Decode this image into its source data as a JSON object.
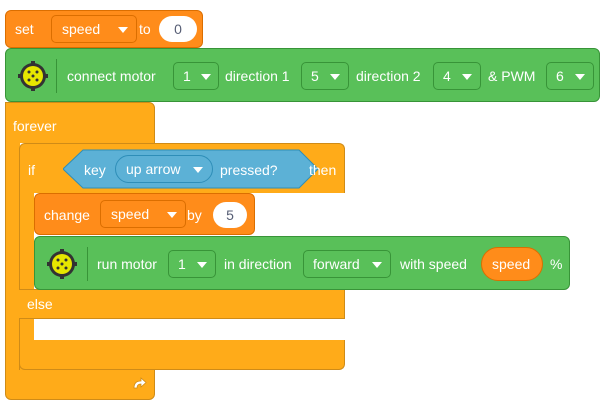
{
  "blocks": {
    "set": {
      "label": "set",
      "variable": "speed",
      "to_label": "to",
      "value": "0"
    },
    "connect_motor": {
      "label": "connect motor",
      "motor": "1",
      "dir1_label": "direction 1",
      "dir1": "5",
      "dir2_label": "direction 2",
      "dir2": "4",
      "pwm_label": "& PWM",
      "pwm": "6"
    },
    "forever": {
      "label": "forever"
    },
    "if": {
      "label": "if",
      "key_label": "key",
      "key": "up arrow",
      "pressed_label": "pressed?",
      "then_label": "then"
    },
    "change": {
      "label": "change",
      "variable": "speed",
      "by_label": "by",
      "value": "5"
    },
    "run_motor": {
      "label": "run motor",
      "motor": "1",
      "direction_label": "in direction",
      "direction": "forward",
      "speed_label": "with speed",
      "speed_reporter": "speed",
      "unit": "%"
    },
    "else": {
      "label": "else"
    }
  },
  "colors": {
    "variables": "#ff8c1a",
    "control": "#ffab19",
    "motor": "#59c059",
    "sensing": "#5cb1d6"
  }
}
